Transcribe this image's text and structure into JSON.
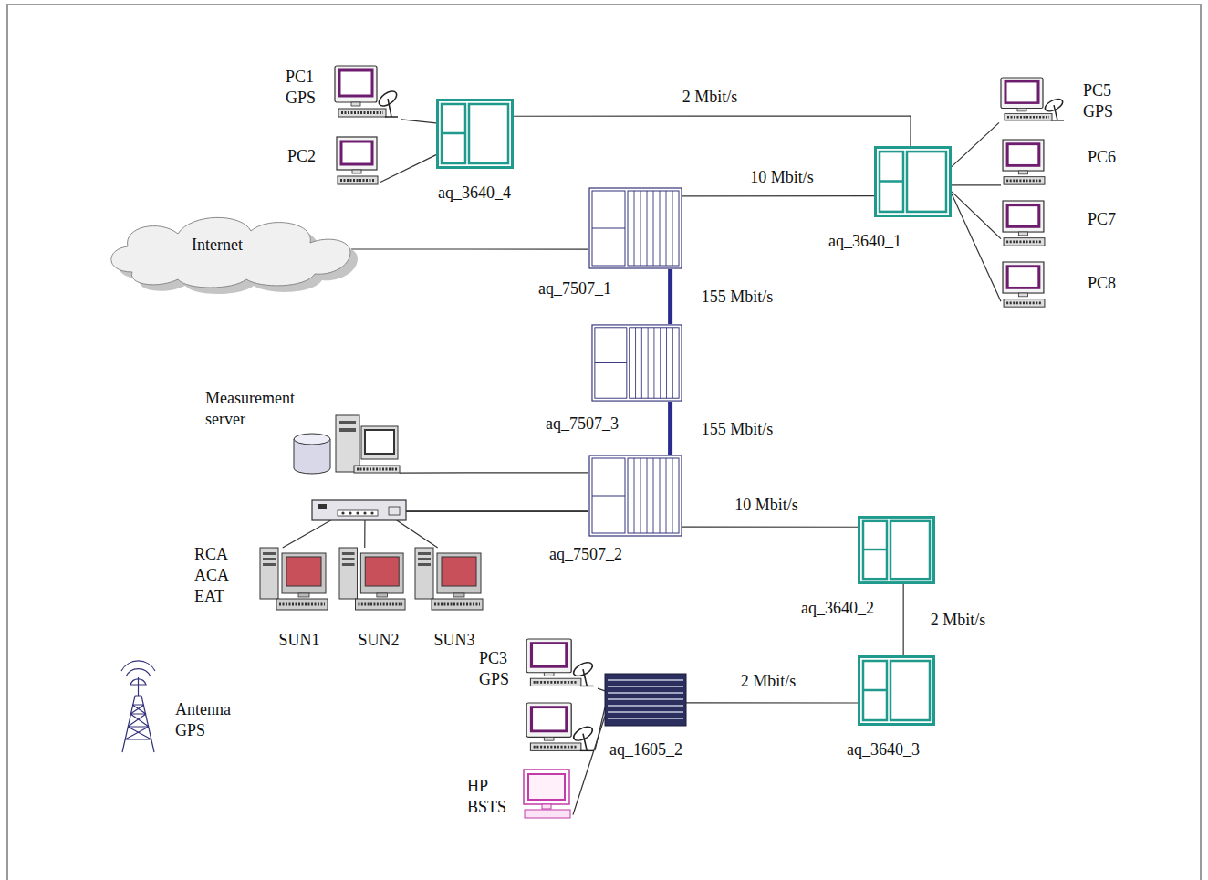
{
  "diagram": {
    "nodes": [
      {
        "text": [
          "PC1 GPS"
        ]
      },
      {
        "text": [
          "PC5 GPS"
        ]
      },
      {
        "text": [
          "PC2"
        ]
      },
      {
        "text": [
          "PC6"
        ]
      },
      {
        "text": [
          "aq_3640_4"
        ]
      },
      {
        "text": [
          "aq_7507_1"
        ]
      },
      {
        "text": [
          "aq_3640_1"
        ]
      },
      {
        "text": [
          "Internet"
        ]
      },
      {
        "text": [
          "PC7"
        ]
      },
      {
        "text": [
          "PC8"
        ]
      },
      {
        "text": [
          "aq_7507_3"
        ]
      },
      {
        "text": [
          "Measurement server"
        ]
      },
      {
        "text": [
          "aq_7507_2"
        ]
      },
      {
        "text": [
          "RCA ACA EAT",
          "SUN1"
        ]
      },
      {
        "text": [
          "SUN2"
        ]
      },
      {
        "text": [
          "SUN3"
        ]
      },
      {
        "text": [
          "aq_3640_2"
        ]
      },
      {
        "text": [
          "PC3 GPS"
        ]
      },
      {
        "text": [
          "aq_1605_2"
        ]
      },
      {
        "text": [
          "aq_3640_3"
        ]
      },
      {
        "text": [
          "Antenna GPS"
        ]
      },
      {
        "text": [
          "HP BSTS"
        ]
      }
    ],
    "edges": [
      {
        "from": 4,
        "to": 6,
        "arrow": "none",
        "label": "2 Mbit/s"
      },
      {
        "from": 0,
        "to": 4,
        "arrow": "none"
      },
      {
        "from": 2,
        "to": 4,
        "arrow": "none"
      },
      {
        "from": 5,
        "to": 6,
        "arrow": "none",
        "label": "10 Mbit/s"
      },
      {
        "from": 7,
        "to": 5,
        "arrow": "none"
      },
      {
        "from": 6,
        "to": 1,
        "arrow": "none"
      },
      {
        "from": 6,
        "to": 3,
        "arrow": "none"
      },
      {
        "from": 6,
        "to": 8,
        "arrow": "none"
      },
      {
        "from": 6,
        "to": 9,
        "arrow": "none"
      },
      {
        "from": 5,
        "to": 10,
        "arrow": "none",
        "label": "155 Mbit/s"
      },
      {
        "from": 10,
        "to": 12,
        "arrow": "none",
        "label": "155 Mbit/s"
      },
      {
        "from": 11,
        "to": 12,
        "arrow": "none"
      },
      {
        "from": 13,
        "to": 12,
        "arrow": "none"
      },
      {
        "from": 14,
        "to": 12,
        "arrow": "none"
      },
      {
        "from": 15,
        "to": 12,
        "arrow": "none"
      },
      {
        "from": 12,
        "to": 16,
        "arrow": "none",
        "label": "10 Mbit/s"
      },
      {
        "from": 16,
        "to": 19,
        "arrow": "none",
        "label": "2 Mbit/s"
      },
      {
        "from": 18,
        "to": 19,
        "arrow": "none",
        "label": "2 Mbit/s"
      },
      {
        "from": 17,
        "to": 18,
        "arrow": "none"
      },
      {
        "from": 21,
        "to": 18,
        "arrow": "none"
      }
    ]
  }
}
